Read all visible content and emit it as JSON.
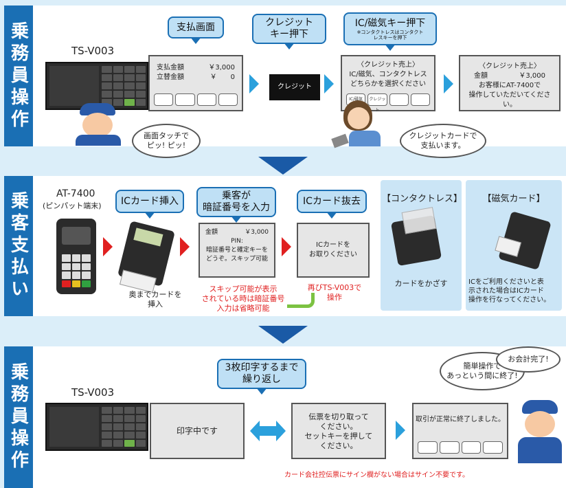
{
  "sections": {
    "s1_label": "乗務員操作",
    "s2_label": "乗客支払い",
    "s3_label": "乗務員操作"
  },
  "s1": {
    "device_label": "TS-V003",
    "callout1": "支払画面",
    "callout2": "クレジットキー押下",
    "callout3_title": "IC/磁気キー押下",
    "callout3_note": "※コンタクトレスはコンタクトレスキーを押下",
    "screen1": {
      "row1_label": "支払金額",
      "row1_value": "￥3,000",
      "row2_label": "立替金額",
      "row2_value": "￥　　0"
    },
    "credit_key": "クレジット",
    "screen2": {
      "line1": "〈クレジット売上〉",
      "line2": "IC/磁気、コンタクトレス",
      "line3": "どちらかを選択ください",
      "btn1": "IC/磁気",
      "btn2": "クレジット"
    },
    "screen3": {
      "line1": "〈クレジット売上〉",
      "amount_label": "金額",
      "amount_value": "￥3,000",
      "line3": "お客様にAT-7400で",
      "line4": "操作していただいてください。"
    },
    "bubble_driver": "画面タッチで\nピッ! ピッ!",
    "bubble_passenger": "クレジットカードで\n支払います。"
  },
  "s2": {
    "device_label": "AT-7400",
    "device_sub": "(ピンパット端末)",
    "callout1": "ICカード挿入",
    "callout2": "乗客が\n暗証番号を入力",
    "callout3": "ICカード抜去",
    "screen_pin": {
      "amount_label": "金額",
      "amount_value": "￥3,000",
      "line2": "PIN:",
      "line3": "暗証番号と確定キーを",
      "line4": "どうぞ。スキップ可能"
    },
    "screen_remove": {
      "line1": "ICカードを",
      "line2": "お取りください"
    },
    "note_insert": "奥までカードを\n挿入",
    "note_skip": "スキップ可能が表示\nされている時は暗証番号\n入力は省略可能",
    "note_return": "再びTS-V003で\n操作",
    "contactless_title": "【コンタクトレス】",
    "contactless_note": "カードをかざす",
    "magnetic_title": "【磁気カード】",
    "magnetic_note": "ICをご利用くださいと表\n示された場合はICカード\n操作を行なってください。"
  },
  "s3": {
    "device_label": "TS-V003",
    "callout": "3枚印字するまで\n繰り返し",
    "screen_print": "印字中です",
    "screen_tear": "伝票を切り取って\nください。\nセットキーを押して\nください。",
    "screen_done": "取引が正常に終了しました。",
    "bubble1": "簡単操作で\nあっという間に終了!",
    "bubble2": "お会計完了!",
    "footer_note": "カード会社控伝票にサイン欄がない場合はサイン不要です。"
  },
  "colors": {
    "primary": "#1a6fb4",
    "callout_bg": "#bfe0f5",
    "arrow_blue": "#2ba0dc",
    "arrow_red": "#e02020",
    "arrow_green": "#7cc242",
    "note_red": "#e02020"
  }
}
